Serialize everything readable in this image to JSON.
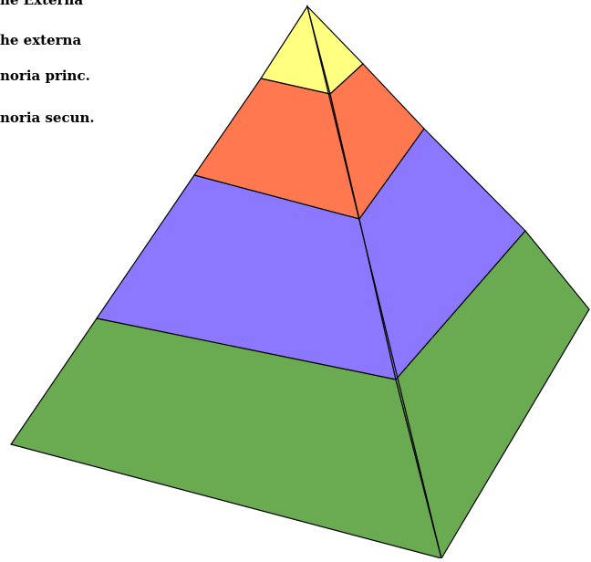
{
  "labels": [
    "he Externa",
    "he externa",
    "noria princ.",
    "noria secun."
  ],
  "levels": [
    {
      "name": "level-top",
      "color": "#ffff80"
    },
    {
      "name": "level-second",
      "color": "#ff7850"
    },
    {
      "name": "level-third",
      "color": "#8c78ff"
    },
    {
      "name": "level-base",
      "color": "#6aaa50"
    }
  ]
}
